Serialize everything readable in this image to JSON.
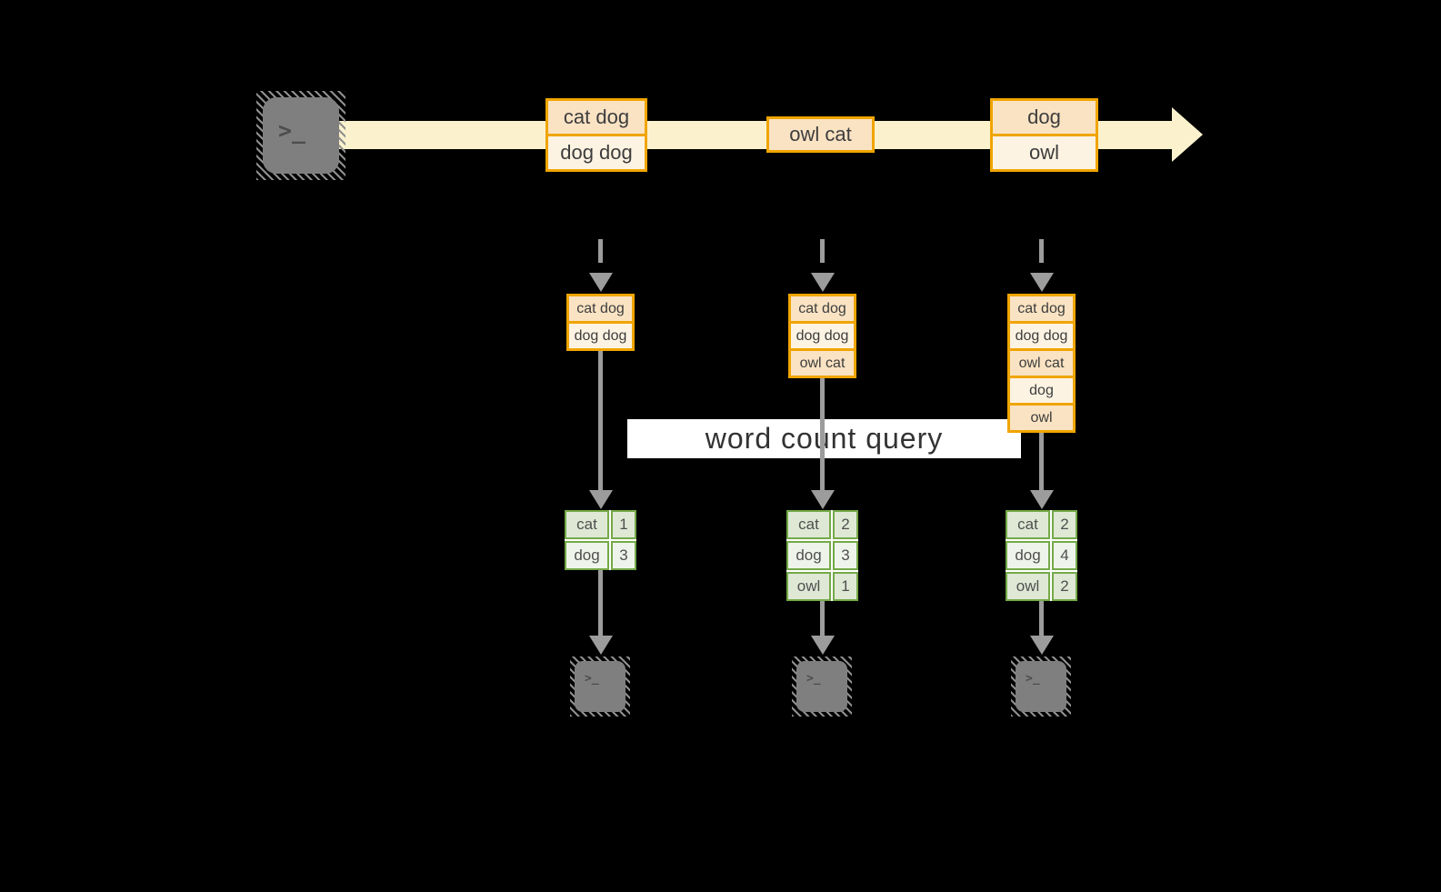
{
  "colors": {
    "arrow_fill": "#fbf2cd",
    "box_border": "#f0a500",
    "cell_peach": "#fae3c3",
    "cell_cream": "#fdf3e2",
    "table_border": "#74a948",
    "table_row_dark": "#dfe8d5",
    "table_row_light": "#eff4eb",
    "connector_gray": "#9c9c9c",
    "terminal_gray": "#7f7f7f",
    "text_dark": "#3d3d3d"
  },
  "overlay_label": "word count query",
  "terminal_glyph": ">_",
  "stream_batches": [
    {
      "lines": [
        "cat dog",
        "dog dog"
      ]
    },
    {
      "lines": [
        "owl cat"
      ]
    },
    {
      "lines": [
        "dog",
        "owl"
      ]
    }
  ],
  "pipelines": [
    {
      "input_rows": [
        "cat dog",
        "dog dog"
      ],
      "counts": [
        {
          "word": "cat",
          "value": "1"
        },
        {
          "word": "dog",
          "value": "3"
        }
      ]
    },
    {
      "input_rows": [
        "cat dog",
        "dog dog",
        "owl cat"
      ],
      "counts": [
        {
          "word": "cat",
          "value": "2"
        },
        {
          "word": "dog",
          "value": "3"
        },
        {
          "word": "owl",
          "value": "1"
        }
      ]
    },
    {
      "input_rows": [
        "cat dog",
        "dog dog",
        "owl cat",
        "dog",
        "owl"
      ],
      "counts": [
        {
          "word": "cat",
          "value": "2"
        },
        {
          "word": "dog",
          "value": "4"
        },
        {
          "word": "owl",
          "value": "2"
        }
      ]
    }
  ]
}
